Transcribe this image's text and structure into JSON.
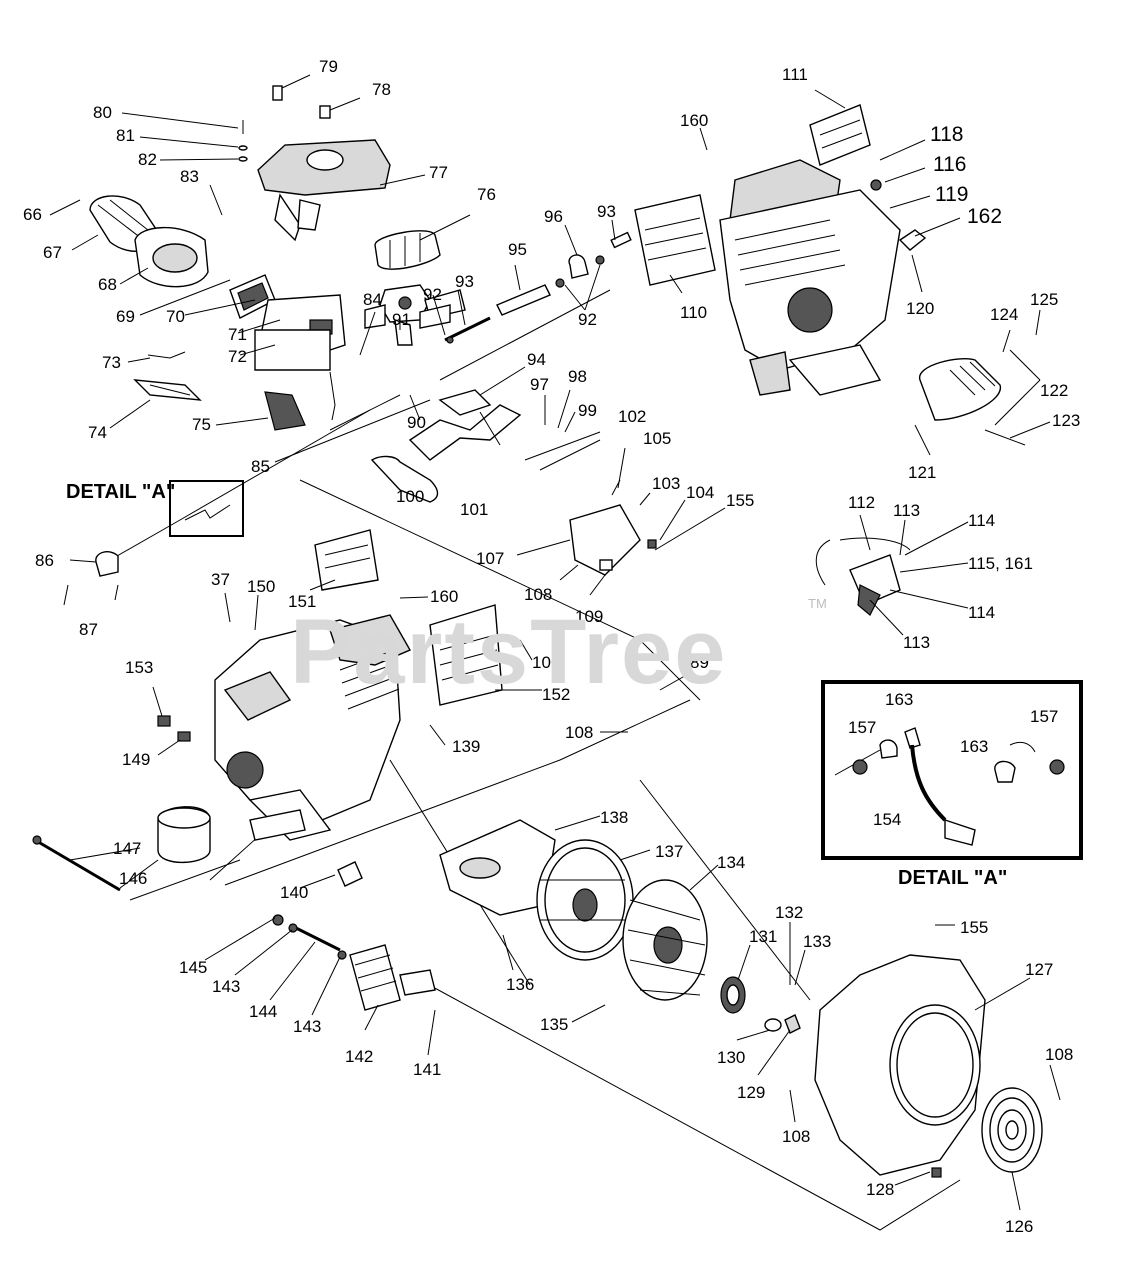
{
  "watermark": {
    "text": "PartsTree",
    "trademark": "TM"
  },
  "detail_a": {
    "reference_label": "DETAIL \"A\"",
    "box_title": "DETAIL \"A\""
  },
  "labels": {
    "l79": "79",
    "l78": "78",
    "l80": "80",
    "l81": "81",
    "l82": "82",
    "l77": "77",
    "l83": "83",
    "l66": "66",
    "l67": "67",
    "l68": "68",
    "l69": "69",
    "l70": "70",
    "l71": "71",
    "l72": "72",
    "l73": "73",
    "l74": "74",
    "l75": "75",
    "l76": "76",
    "l84": "84",
    "l85": "85",
    "l90": "90",
    "l91": "91",
    "l92a": "92",
    "l93a": "93",
    "l95": "95",
    "l96": "96",
    "l93b": "93",
    "l92b": "92",
    "l94": "94",
    "l97": "97",
    "l98": "98",
    "l99": "99",
    "l100": "100",
    "l101": "101",
    "l102": "102",
    "l105": "105",
    "l103": "103",
    "l104": "104",
    "l155a": "155",
    "l107": "107",
    "l108a": "108",
    "l109": "109",
    "l110": "110",
    "l160a": "160",
    "l111": "111",
    "l118": "118",
    "l116": "116",
    "l119": "119",
    "l162": "162",
    "l120": "120",
    "l124": "124",
    "l125": "125",
    "l122": "122",
    "l123": "123",
    "l121": "121",
    "l112": "112",
    "l113a": "113",
    "l114a": "114",
    "l115_161": "115, 161",
    "l114b": "114",
    "l113b": "113",
    "l86": "86",
    "l87": "87",
    "l37": "37",
    "l150": "150",
    "l151": "151",
    "l160b": "160",
    "l106": "106",
    "l152": "152",
    "l89": "89",
    "l153": "153",
    "l149": "149",
    "l108b": "108",
    "l139": "139",
    "l147": "147",
    "l146": "146",
    "l140": "140",
    "l138": "138",
    "l137": "137",
    "l134": "134",
    "l145": "145",
    "l143a": "143",
    "l144": "144",
    "l143b": "143",
    "l142": "142",
    "l141": "141",
    "l136": "136",
    "l135": "135",
    "l132": "132",
    "l133": "133",
    "l131": "131",
    "l130": "130",
    "l129": "129",
    "l155b": "155",
    "l127": "127",
    "l108c": "108",
    "l108d": "108",
    "l128": "128",
    "l126": "126",
    "l163a": "163",
    "l157a": "157",
    "l157b": "157",
    "l163b": "163",
    "l154": "154"
  }
}
